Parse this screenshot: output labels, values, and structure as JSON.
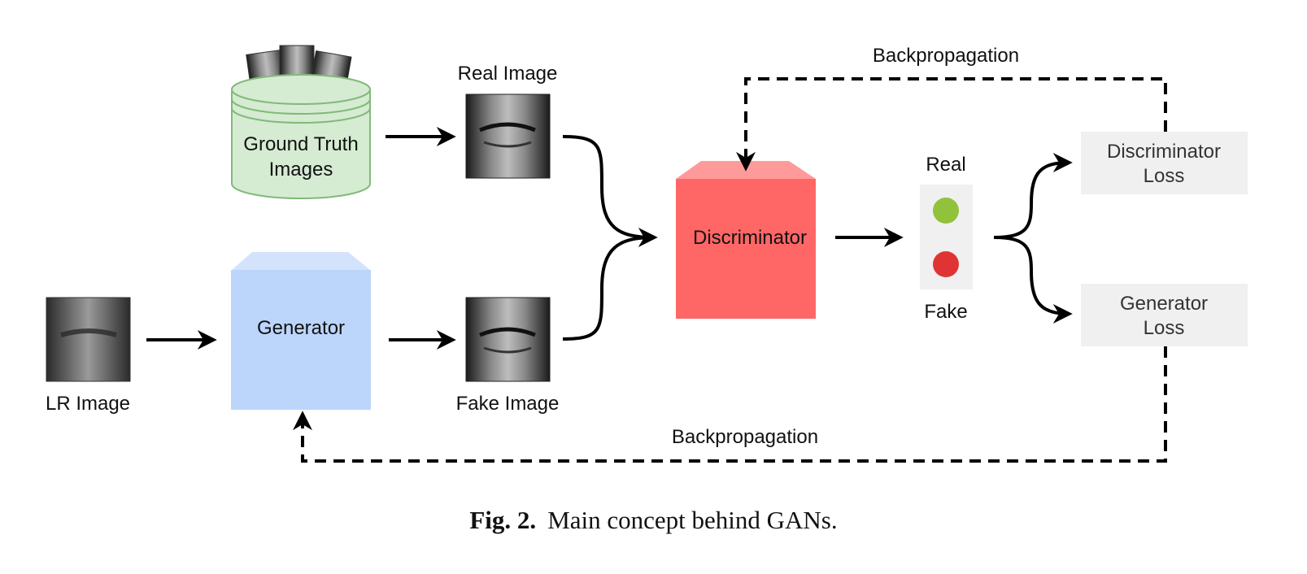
{
  "nodes": {
    "ground_truth": {
      "line1": "Ground Truth",
      "line2": "Images"
    },
    "real_image": "Real Image",
    "lr_image": "LR Image",
    "generator": "Generator",
    "fake_image": "Fake Image",
    "discriminator": "Discriminator",
    "real": "Real",
    "fake": "Fake",
    "discriminator_loss": {
      "line1": "Discriminator",
      "line2": "Loss"
    },
    "generator_loss": {
      "line1": "Generator",
      "line2": "Loss"
    }
  },
  "edges": {
    "backprop_top": "Backpropagation",
    "backprop_bottom": "Backpropagation"
  },
  "caption": {
    "label": "Fig. 2.",
    "text": "Main concept behind GANs."
  },
  "colors": {
    "ground_truth_fill": "#d5ebd2",
    "ground_truth_stroke": "#82b97a",
    "generator_fill": "#bcd5fb",
    "generator_top": "#d3e3fc",
    "discriminator_fill": "#ff6666",
    "discriminator_top": "#ff9a9a",
    "loss_fill": "#f0f0f0",
    "real_color": "#92c13b",
    "fake_color": "#e03434"
  }
}
